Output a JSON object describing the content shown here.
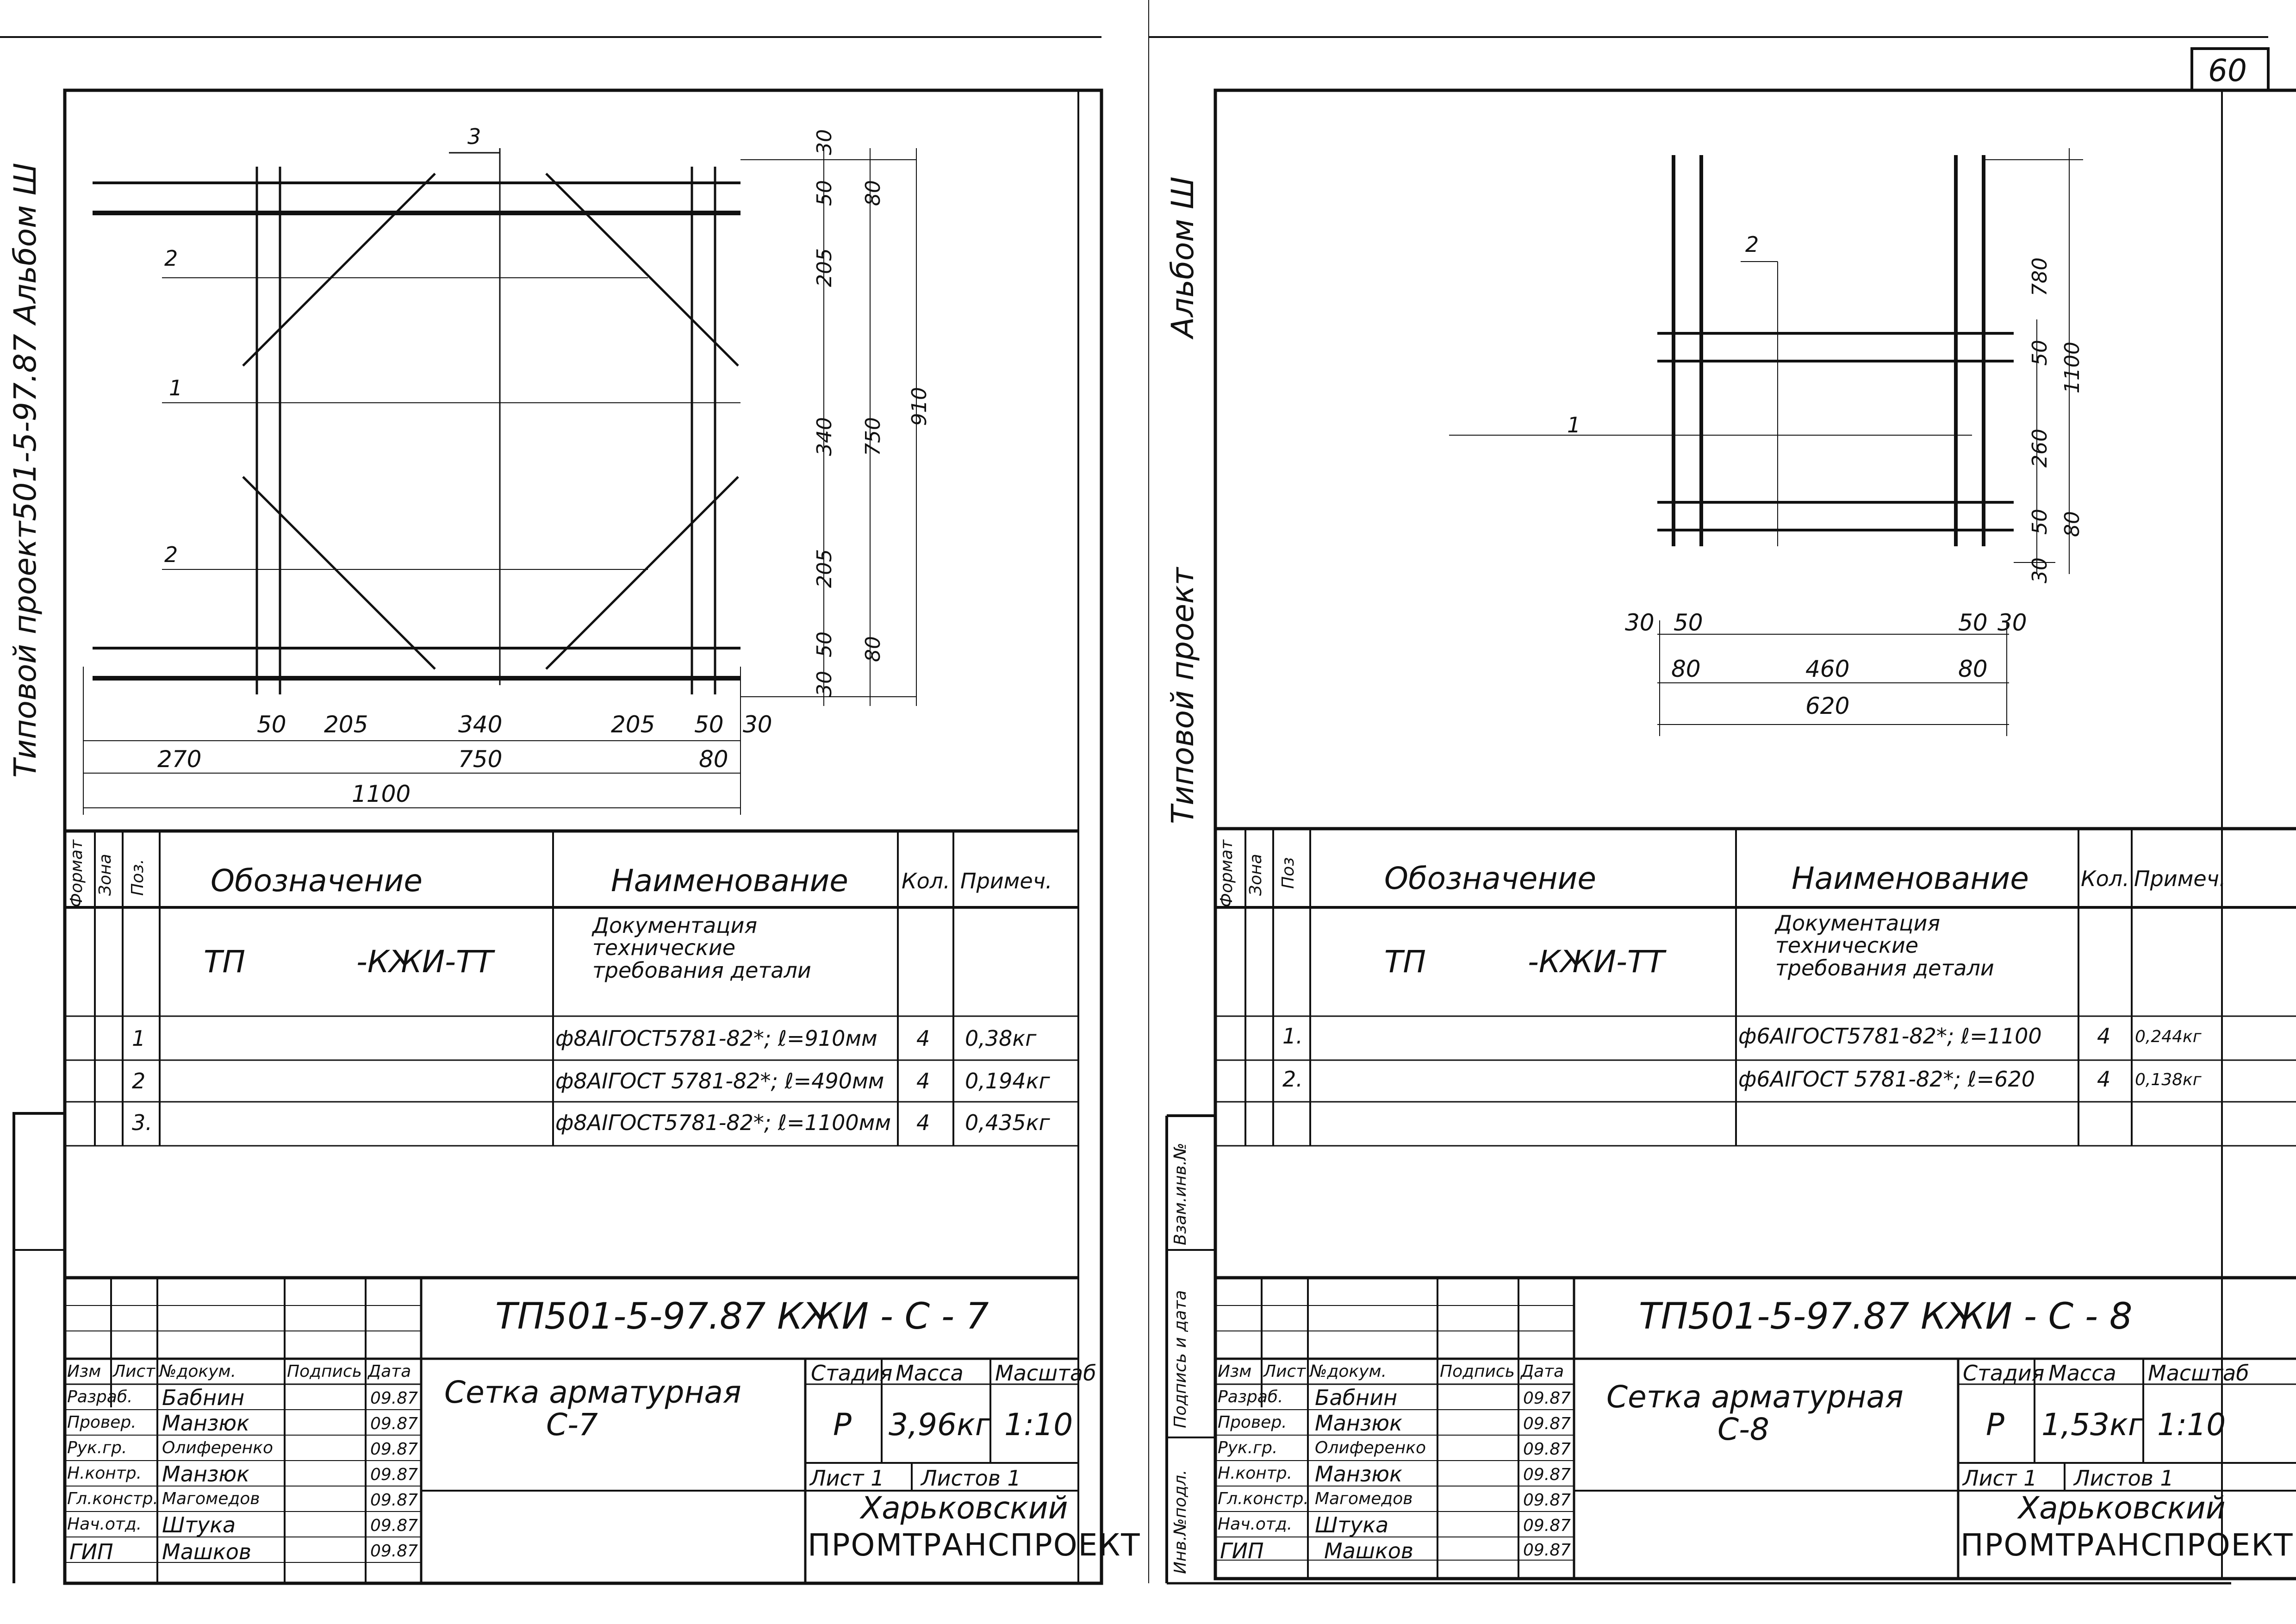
{
  "page_number": "60",
  "sheets": [
    {
      "album_side_label": "Типовой проект501-5-97.87 Альбом Ш",
      "drawing": {
        "leaders": [
          "1",
          "2",
          "2",
          "3"
        ],
        "dims_right_inner": [
          "30",
          "50",
          "205",
          "340",
          "205",
          "50",
          "30"
        ],
        "dims_right_mid": [
          "80",
          "750",
          "80"
        ],
        "dims_right_outer": [
          "910"
        ],
        "dims_bottom_row1": [
          "50",
          "205",
          "340",
          "205",
          "50",
          "30"
        ],
        "dims_bottom_row2": [
          "270",
          "750",
          "80"
        ],
        "dims_bottom_row3": [
          "1100"
        ]
      },
      "spec": {
        "head_format": "Формат",
        "head_zone": "Зона",
        "head_pos": "Поз.",
        "head_designation": "Обозначение",
        "head_name": "Наименование",
        "head_qty": "Кол.",
        "head_note": "Примеч.",
        "doc_designation_a": "ТП",
        "doc_designation_b": "-КЖИ-ТТ",
        "doc_name": "Документация технические требования детали",
        "rows": [
          {
            "pos": "1",
            "name": "ф8АIГОСТ5781-82*; ℓ=910мм",
            "qty": "4",
            "note": "0,38кг"
          },
          {
            "pos": "2",
            "name": "ф8АIГОСТ 5781-82*; ℓ=490мм",
            "qty": "4",
            "note": "0,194кг"
          },
          {
            "pos": "3.",
            "name": "ф8АIГОСТ5781-82*; ℓ=1100мм",
            "qty": "4",
            "note": "0,435кг"
          }
        ]
      },
      "titleblock": {
        "code": "ТП501-5-97.87 КЖИ - С - 7",
        "title_line1": "Сетка арматурная",
        "title_line2": "С-7",
        "col_headers": [
          "Изм",
          "Лист",
          "№докум.",
          "Подпись",
          "Дата"
        ],
        "people": [
          {
            "role": "Разраб.",
            "name": "Бабнин",
            "date": "09.87"
          },
          {
            "role": "Провер.",
            "name": "Манзюк",
            "date": "09.87"
          },
          {
            "role": "Рук.гр.",
            "name": "Олиференко",
            "date": "09.87"
          },
          {
            "role": "Н.контр.",
            "name": "Манзюк",
            "date": "09.87"
          },
          {
            "role": "Гл.констр.",
            "name": "Магомедов",
            "date": "09.87"
          },
          {
            "role": "Нач.отд.",
            "name": "Штука",
            "date": "09.87"
          },
          {
            "role": "ГИП",
            "name": "Машков",
            "date": "09.87"
          }
        ],
        "stage_label": "Стадия",
        "mass_label": "Масса",
        "scale_label": "Масштаб",
        "stage": "Р",
        "mass": "3,96кг",
        "scale": "1:10",
        "sheet_label": "Лист 1",
        "sheets_label": "Листов 1",
        "org_line1": "Харьковский",
        "org_line2": "ПРОМТРАНСПРОЕКТ"
      }
    },
    {
      "album_side_label_a": "Альбом Ш",
      "album_side_label_b": "Типовой проект",
      "binding_labels": [
        "Инв.№подл.",
        "Подпись и дата",
        "Взам.инв.№"
      ],
      "drawing": {
        "leaders": [
          "1",
          "2"
        ],
        "dims_right_inner": [
          "780",
          "50",
          "260",
          "50",
          "30"
        ],
        "dims_right_mid": [
          "80"
        ],
        "dims_right_outer": [
          "1100"
        ],
        "dims_bottom_row1": [
          "30",
          "50",
          "50",
          "30"
        ],
        "dims_bottom_row2": [
          "80",
          "460",
          "80"
        ],
        "dims_bottom_row3": [
          "620"
        ]
      },
      "spec": {
        "head_format": "Формат",
        "head_zone": "Зона",
        "head_pos": "Поз",
        "head_designation": "Обозначение",
        "head_name": "Наименование",
        "head_qty": "Кол.",
        "head_note": "Примеч.",
        "doc_designation_a": "ТП",
        "doc_designation_b": "-КЖИ-ТТ",
        "doc_name": "Документация технические требования детали",
        "rows": [
          {
            "pos": "1.",
            "name": "ф6АIГОСТ5781-82*; ℓ=1100",
            "qty": "4",
            "note": "0,244кг"
          },
          {
            "pos": "2.",
            "name": "ф6АIГОСТ 5781-82*; ℓ=620",
            "qty": "4",
            "note": "0,138кг"
          }
        ]
      },
      "titleblock": {
        "code": "ТП501-5-97.87 КЖИ - С - 8",
        "title_line1": "Сетка арматурная",
        "title_line2": "С-8",
        "col_headers": [
          "Изм",
          "Лист",
          "№докум.",
          "Подпись",
          "Дата"
        ],
        "people": [
          {
            "role": "Разраб.",
            "name": "Бабнин",
            "date": "09.87"
          },
          {
            "role": "Провер.",
            "name": "Манзюк",
            "date": "09.87"
          },
          {
            "role": "Рук.гр.",
            "name": "Олиференко",
            "date": "09.87"
          },
          {
            "role": "Н.контр.",
            "name": "Манзюк",
            "date": "09.87"
          },
          {
            "role": "Гл.констр.",
            "name": "Магомедов",
            "date": "09.87"
          },
          {
            "role": "Нач.отд.",
            "name": "Штука",
            "date": "09.87"
          },
          {
            "role": "ГИП",
            "name": "Машков",
            "date": "09.87"
          }
        ],
        "stage_label": "Стадия",
        "mass_label": "Масса",
        "scale_label": "Масштаб",
        "stage": "Р",
        "mass": "1,53кг",
        "scale": "1:10",
        "sheet_label": "Лист 1",
        "sheets_label": "Листов 1",
        "org_line1": "Харьковский",
        "org_line2": "ПРОМТРАНСПРОЕКТ"
      }
    }
  ]
}
